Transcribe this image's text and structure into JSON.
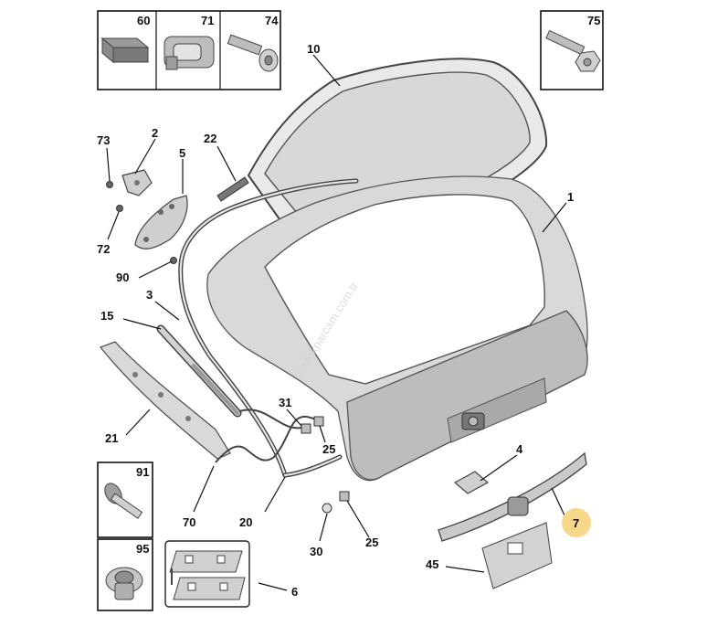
{
  "watermark": "yedekparcam.com.tr",
  "highlight_color": "#f7d88a",
  "callouts": {
    "c1": "1",
    "c2": "2",
    "c3": "3",
    "c4": "4",
    "c5": "5",
    "c6": "6",
    "c7": "7",
    "c10": "10",
    "c15": "15",
    "c20": "20",
    "c21": "21",
    "c22": "22",
    "c25a": "25",
    "c25b": "25",
    "c30": "30",
    "c31": "31",
    "c45": "45",
    "c70": "70",
    "c72": "72",
    "c73": "73",
    "c90": "90"
  },
  "inset_boxes": {
    "b60": "60",
    "b71": "71",
    "b74": "74",
    "b75": "75",
    "b91": "91",
    "b95": "95"
  }
}
